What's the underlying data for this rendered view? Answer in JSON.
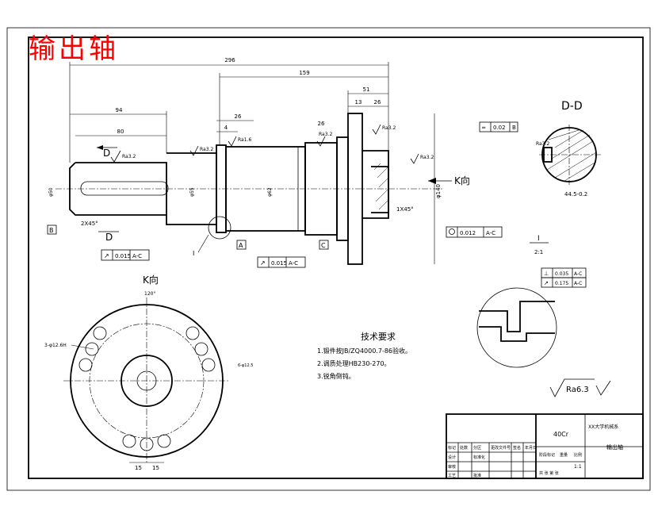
{
  "title": "输出轴",
  "dimensions": {
    "overall_length": "296",
    "length_159": "159",
    "length_94": "94",
    "length_80": "80",
    "length_51": "51",
    "length_26_a": "26",
    "length_26_b": "26",
    "length_13": "13",
    "length_4": "4",
    "chamfer_left": "2X45°",
    "chamfer_right": "1X45°",
    "k_spacing_a": "15",
    "k_spacing_b": "15",
    "k_angle": "120°",
    "hole_callout": "3-φ12.6H",
    "small_hole_note": "6-φ12.5",
    "width_d": "44.5-0.2",
    "dia_key": "φ50",
    "dia_shaft_a": "φ55",
    "dia_shaft_b": "φ62",
    "dia_flange": "φ140"
  },
  "roughness": {
    "ra32": "Ra3.2",
    "ra16": "Ra1.6",
    "ra63": "Ra6.3",
    "general": "Ra6.3"
  },
  "tolerances": {
    "runout_left": {
      "value": "0.015",
      "datum": "A-C"
    },
    "runout_mid": {
      "value": "0.015",
      "datum": "A-C"
    },
    "runout_flange": {
      "value": "0.012",
      "datum": "A-C"
    },
    "symmetry": {
      "value": "0.02",
      "datum": "B"
    },
    "perp": {
      "value": "0.035",
      "datum": "A-C"
    },
    "runout_face": {
      "value": "0.175",
      "datum": "A-C"
    }
  },
  "datums": {
    "a": "A",
    "b": "B",
    "c": "C"
  },
  "views": {
    "section_d": "D-D",
    "d_mark_1": "D",
    "d_mark_2": "D",
    "k_view": "K向",
    "k_arrow": "K向",
    "detail_mark": "I",
    "detail_title": "I",
    "detail_scale": "2:1"
  },
  "tech_requirements": {
    "title": "技术要求",
    "items": [
      "1.锻件按JB/ZQ4000.7-86验收。",
      "2.调质处理HB230-270。",
      "3.锐角倒钝。"
    ]
  },
  "title_block": {
    "material": "40Cr",
    "company": "XX大学机械系",
    "drawing_name": "输出轴",
    "headers": [
      "标记",
      "处数",
      "分区",
      "更改文件号",
      "签名",
      "年月日"
    ],
    "roles": [
      "设计",
      "标准化",
      "审核",
      "工艺",
      "批准"
    ],
    "stage_label": "阶段标记",
    "weight_label": "重量",
    "scale_label": "比例",
    "scale_value": "1:1",
    "sheet_label": "共 张 第 张"
  }
}
